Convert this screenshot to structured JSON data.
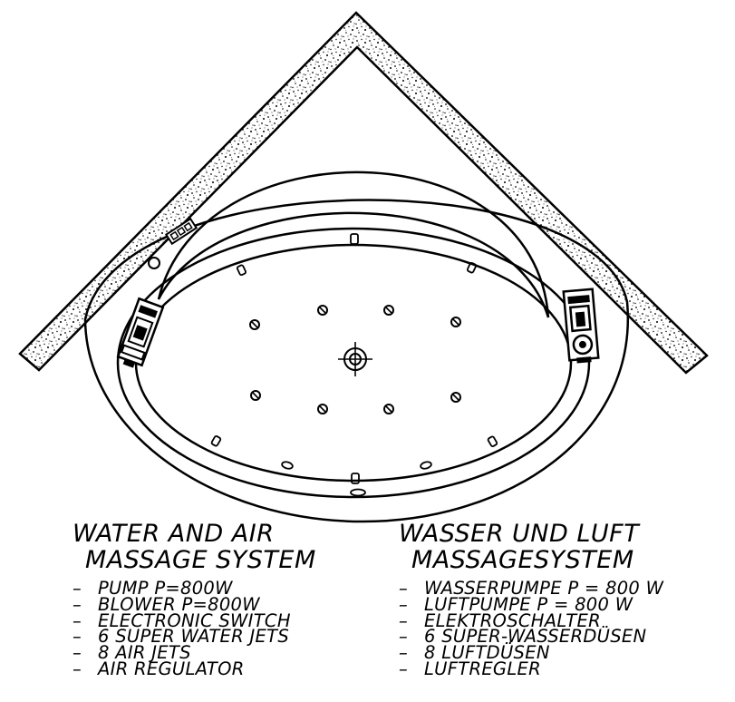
{
  "english": {
    "title_line1": "WATER AND AIR",
    "title_line2": "MASSAGE SYSTEM",
    "items": [
      "PUMP P=800W",
      "BLOWER P=800W",
      "ELECTRONIC SWITCH",
      "6 SUPER WATER JETS",
      "8 AIR JETS",
      "AIR REGULATOR"
    ]
  },
  "german": {
    "title_line1": "WASSER UND LUFT",
    "title_line2": "MASSAGESYSTEM",
    "items": [
      "WASSERPUMPE P = 800 W",
      "LUFTPUMPE P = 800 W",
      "ELEKTROSCHALTER",
      "6 SUPER-WASSERDÜSEN",
      "8 LUFTDÜSEN",
      "LUFTREGLER"
    ]
  },
  "dash": "–"
}
